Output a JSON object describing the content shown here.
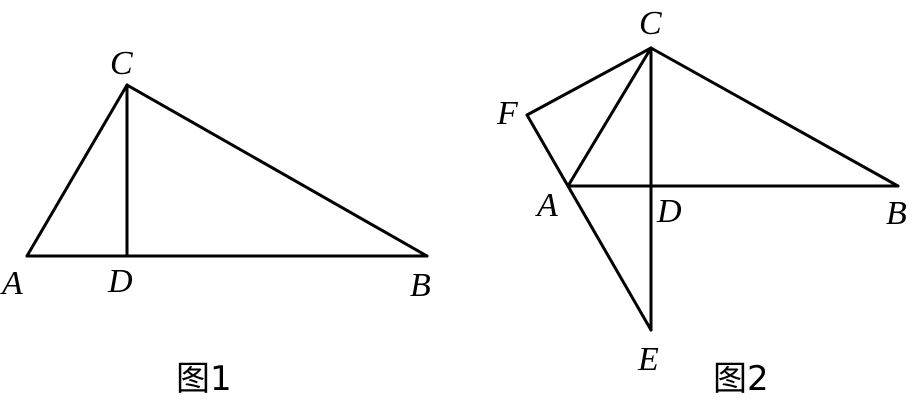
{
  "figures": [
    {
      "caption": "图1",
      "points": {
        "A": "A",
        "B": "B",
        "C": "C",
        "D": "D"
      }
    },
    {
      "caption": "图2",
      "points": {
        "A": "A",
        "B": "B",
        "C": "C",
        "D": "D",
        "E": "E",
        "F": "F"
      }
    }
  ],
  "colors": {
    "line": "#000000",
    "text": "#000000",
    "background": "#ffffff"
  }
}
